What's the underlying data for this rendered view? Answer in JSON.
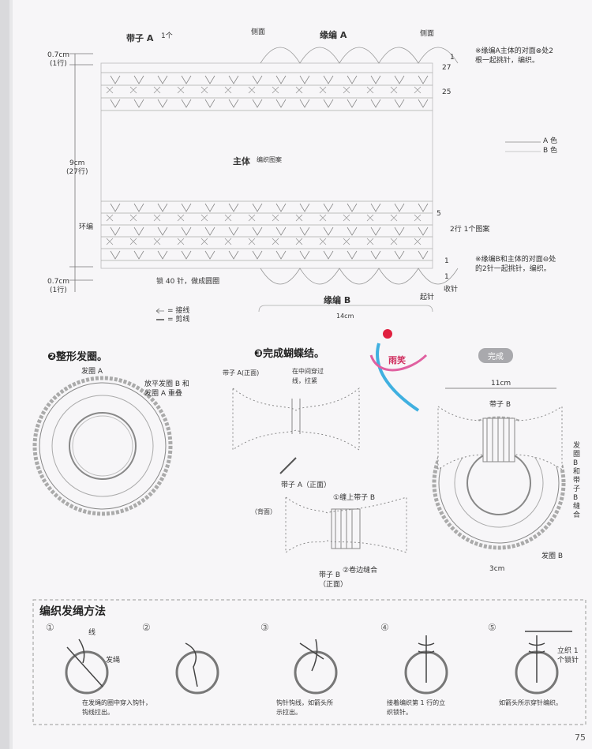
{
  "top": {
    "strap_a": "带子 A",
    "strap_a_count": "1个",
    "side_left": "侧面",
    "side_right": "侧面",
    "edge_a": "缘编 A",
    "dim1": "0.7cm",
    "dim1_rows": "(1行)",
    "dim2": "9cm",
    "dim2_rows": "(27行)",
    "dim3": "0.7cm",
    "dim3_rows": "(1行)",
    "row1": "1",
    "row27": "27",
    "row25": "25",
    "row5": "5",
    "row2": "2行 1个图案",
    "row_end1": "1",
    "row_end2": "1",
    "body_label": "主体",
    "pattern_label": "编织图案",
    "ring": "环编",
    "chain": "锁 40 针，做成圆圈",
    "edge_b": "缘编 B",
    "start": "起针",
    "finish": "收针",
    "width": "14cm",
    "note1": "※缘编A主体的对面⊗处2根一起挑针，编织。",
    "note1a": "※缘编A主体的对面⊗处2",
    "note1b": "根一起挑针，编织。",
    "note2a": "※缘编B和主体的对面⊖处",
    "note2b": "的2针一起挑针，编织。",
    "color_a": "A 色",
    "color_b": "B 色",
    "join": "= 接线",
    "cut": "= 剪线"
  },
  "section2": {
    "title": "❷整形发圈。",
    "ring_a": "发圈 A",
    "note_a": "放平发圈 B 和",
    "note_b": "发圈 A 重叠"
  },
  "section3": {
    "title": "❸完成蝴蝶结。",
    "strap_a_front": "带子 A(正面)",
    "center_a": "在中间穿过",
    "center_b": "线，拉紧",
    "strap_a_front2": "带子 A（正面）",
    "back": "（背面）",
    "step1": "①缠上带子 B",
    "step2": "②卷边缝合",
    "strap_b": "带子 B",
    "strap_b_front": "（正面）"
  },
  "done": {
    "label": "完成",
    "width": "11cm",
    "strap_b": "带子 B",
    "side": "发圈 B 和带子 B 缝合",
    "cm": "3cm",
    "ring_b": "发圈 B"
  },
  "watermark": {
    "text": "雨笑"
  },
  "method": {
    "title": "编织发绳方法",
    "steps": [
      {
        "num": "①",
        "a": "线",
        "b": "发绳",
        "c": "在发绳的圈中穿入钩针，",
        "d": "钩线拉出。"
      },
      {
        "num": "②"
      },
      {
        "num": "③",
        "c": "钩针钩线，如箭头所",
        "d": "示拉出。"
      },
      {
        "num": "④",
        "c": "接着编织第 1 行的立",
        "d": "织锁针。"
      },
      {
        "num": "⑤",
        "a": "立织 1",
        "b": "个锁针",
        "c": "如箭头所示穿针编织。"
      }
    ]
  },
  "page_number": "75",
  "colors": {
    "line": "#888888",
    "accent": "#c8c8cc",
    "pill": "#a9a9ad"
  }
}
